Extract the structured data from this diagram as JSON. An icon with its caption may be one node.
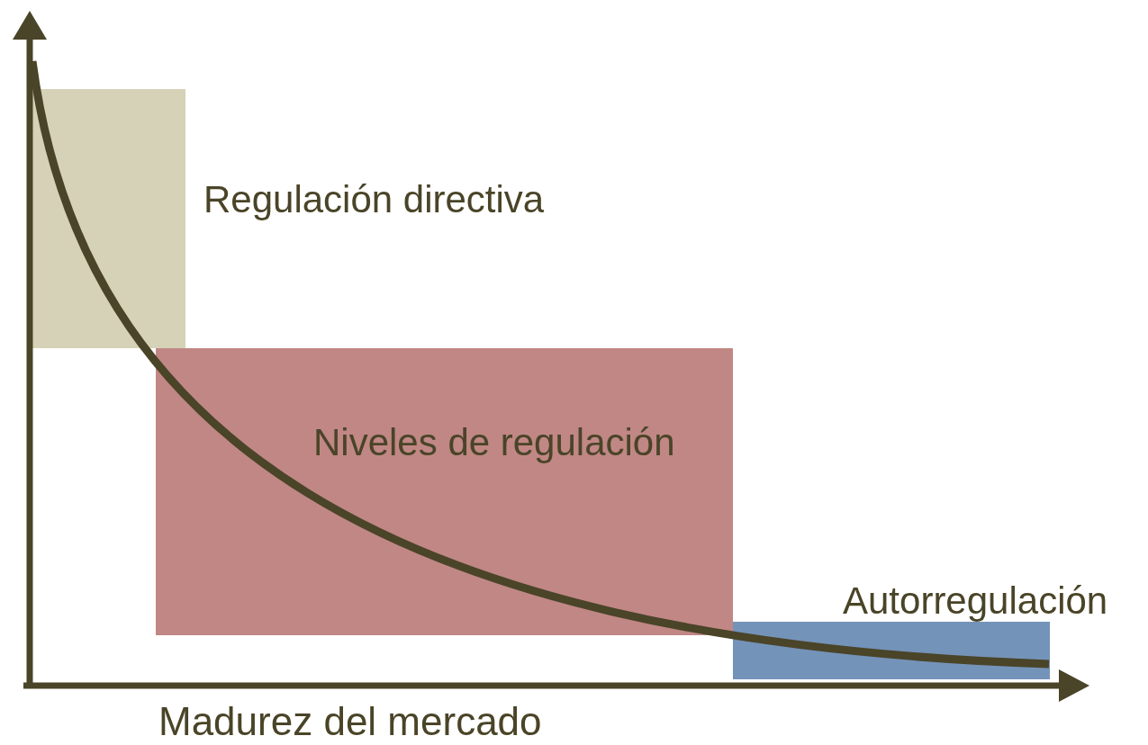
{
  "diagram": {
    "nodes": [
      {
        "text": [
          "Regulación directiva"
        ]
      },
      {
        "text": [
          "Niveles de regulación"
        ]
      },
      {
        "text": [
          "Autorregulación"
        ]
      }
    ],
    "labels": [
      "Madurez del mercado"
    ]
  }
}
